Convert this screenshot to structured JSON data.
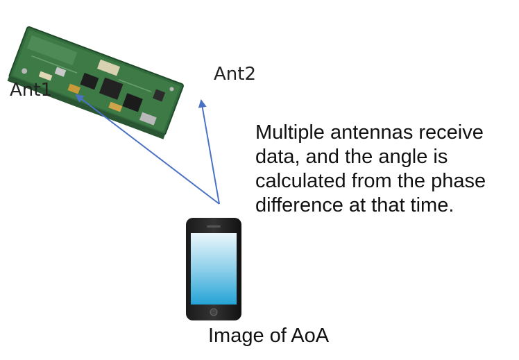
{
  "labels": {
    "ant1": "Ant1",
    "ant2": "Ant2"
  },
  "description": {
    "lines": [
      "Multiple antennas receive",
      "data, and the angle is",
      "calculated from the phase",
      "difference at that time."
    ]
  },
  "caption": "Image of AoA",
  "icons": {
    "board": "pcb-board-icon",
    "phone": "smartphone-icon"
  },
  "colors": {
    "arrow": "#4a72c4",
    "board": "#2f6a3a",
    "screen_top": "#e6f5fb",
    "screen_bottom": "#27a5d6"
  }
}
